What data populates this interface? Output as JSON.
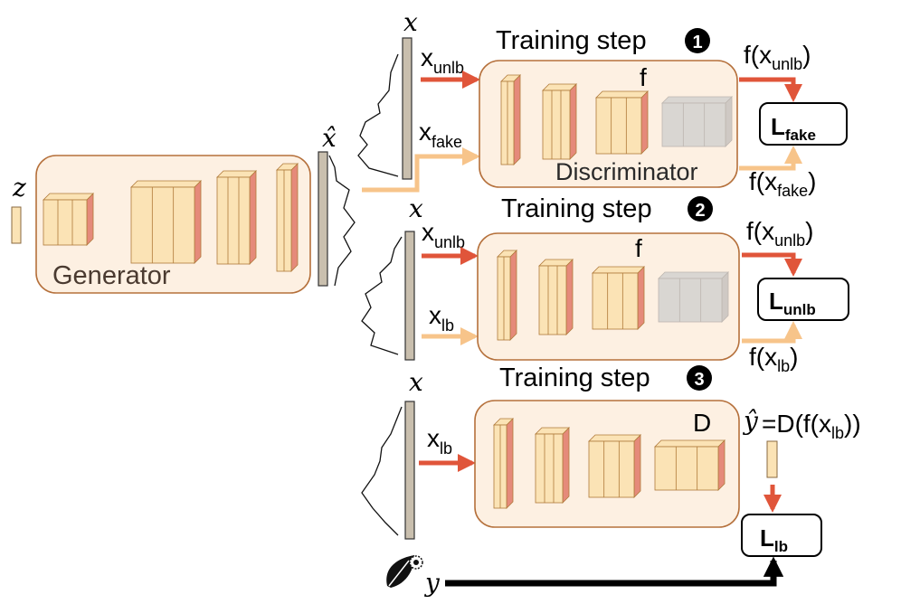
{
  "labels": {
    "z": "z",
    "x_hat": "x̂",
    "x": "x",
    "y": "y",
    "y_hat": "ŷ",
    "generator": "Generator",
    "discriminator": "Discriminator",
    "f": "f",
    "D": "D",
    "x_main": "x",
    "sub_unlb": "unlb",
    "sub_fake": "fake",
    "sub_lb": "lb",
    "f_open": "f(x",
    "f_close": ")",
    "yhat_eq": "=D(f(x",
    "yhat_close": "))",
    "L": "L"
  },
  "steps": [
    {
      "title": "Training step",
      "marker": "1"
    },
    {
      "title": "Training step",
      "marker": "2"
    },
    {
      "title": "Training step",
      "marker": "3"
    }
  ],
  "losses": {
    "fake": "fake",
    "unlb": "unlb",
    "lb": "lb"
  },
  "colors": {
    "red_arrow": "#e0553a",
    "light_arrow": "#f7c48a",
    "box_fill": "#fdf0e2",
    "box_stroke": "#b5703b",
    "layer_fill": "#fbe3b5",
    "layer_side": "#e58a7a",
    "bar_fill": "#c9bfae",
    "faded": "#d9d6d2"
  },
  "icons": [
    "leaf-icon",
    "dandelion-icon"
  ]
}
